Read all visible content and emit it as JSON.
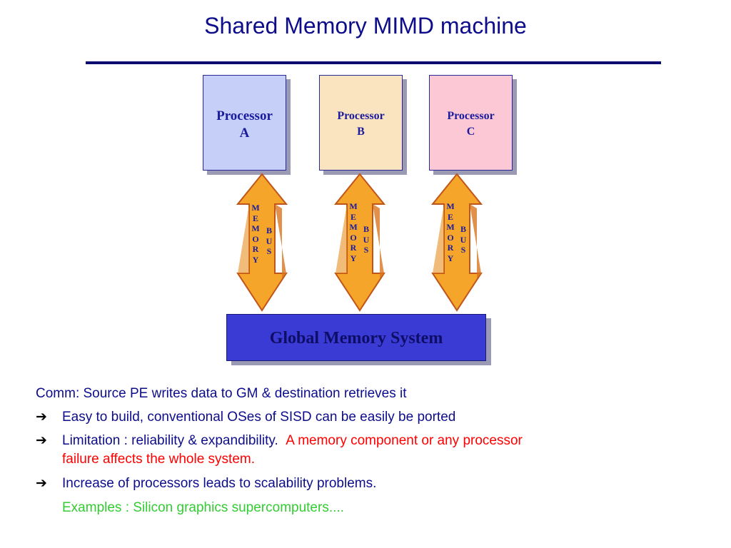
{
  "title": "Shared Memory MIMD machine",
  "processors": [
    {
      "line1": "Processor",
      "line2": "A",
      "color": "#c6cff7"
    },
    {
      "line1": "Processor",
      "line2": "B",
      "color": "#fae3bf"
    },
    {
      "line1": "Processor",
      "line2": "C",
      "color": "#fcc8d6"
    }
  ],
  "bus": {
    "memory_letters": [
      "M",
      "E",
      "M",
      "O",
      "R",
      "Y"
    ],
    "bus_letters": [
      "B",
      "U",
      "S"
    ],
    "arrow_color": "#f5a52a"
  },
  "global_memory": {
    "label": "Global Memory System",
    "color": "#3a3ad4"
  },
  "bullets": {
    "comm": "Comm:  Source PE writes data to GM & destination retrieves it",
    "b1": "Easy to build, conventional OSes of SISD can be easily be ported",
    "b2_plain": "Limitation : reliability & expandibility.",
    "b2_red_line1": "A memory component or any processor",
    "b2_red_line2": "failure affects the whole system.",
    "b3": "Increase of processors leads to scalability problems.",
    "examples": "Examples : Silicon graphics supercomputers...."
  },
  "icons": {
    "bullet": "arrow-right-icon"
  }
}
